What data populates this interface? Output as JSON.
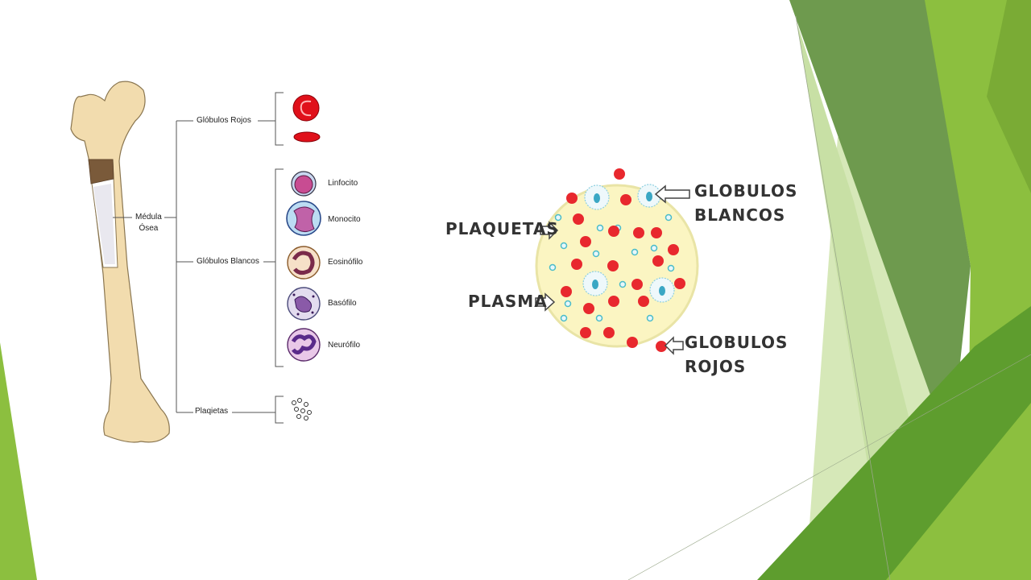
{
  "slide": {
    "background": "#ffffff",
    "accent_colors": [
      "#6e9a4e",
      "#8cbf3f",
      "#7aab35",
      "#c8e0a5",
      "#5e9d2e"
    ]
  },
  "left_diagram": {
    "bone_label": "Médula\nÓsea",
    "branches": [
      {
        "label": "Glóbulos Rojos"
      },
      {
        "label": "Glóbulos Blancos"
      },
      {
        "label": "Plaqietas"
      }
    ],
    "white_cells": [
      "Linfocito",
      "Monocito",
      "Eosinófilo",
      "Basófilo",
      "Neurófilo"
    ],
    "colors": {
      "bone": "#f2dcae",
      "bone_outline": "#8a7650",
      "red_cell": "#e0101a"
    }
  },
  "right_diagram": {
    "labels": {
      "plaquetas": "PLAQUETAS",
      "plasma": "PLASMA",
      "globulos_blancos": "GLOBULOS\nBLANCOS",
      "globulos_rojos": "GLOBULOS\nROJOS"
    },
    "colors": {
      "plasma": "#fbf5c2",
      "plasma_border": "#e9e4a6",
      "red_cell": "#e8282e",
      "platelet": "#4bbcc9"
    }
  }
}
